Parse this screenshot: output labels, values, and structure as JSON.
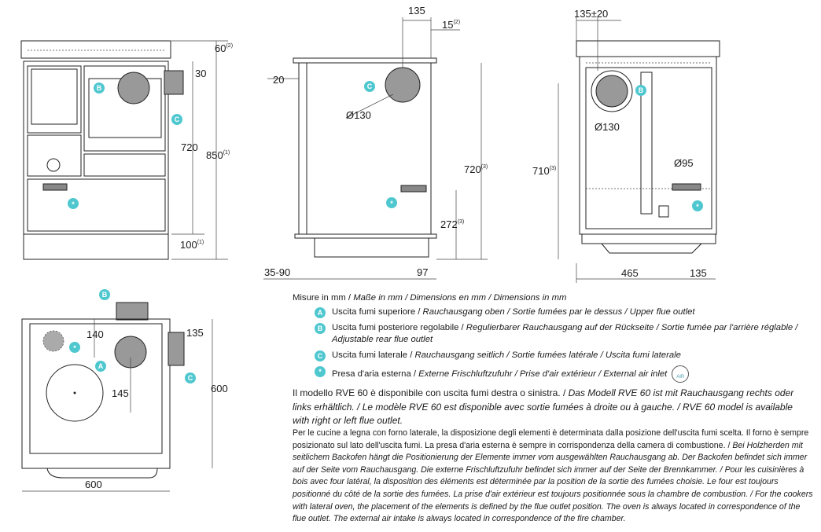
{
  "dimensions": {
    "front": {
      "top_gap": "60",
      "top_gap_note": "(2)",
      "flue_offset": "30",
      "height_720": "720",
      "height_850": "850",
      "height_850_note": "(1)",
      "base_100": "100",
      "base_100_note": "(1)"
    },
    "side": {
      "flue_135": "135",
      "flue_15": "15",
      "flue_15_note": "(2)",
      "left_20": "20",
      "dia_130": "Ø130",
      "height_720": "720",
      "height_720_note": "(3)",
      "height_272": "272",
      "height_272_note": "(3)",
      "depth_35_90": "35-90",
      "depth_97": "97"
    },
    "rear": {
      "offset_135_20": "135±20",
      "dia_130": "Ø130",
      "dia_95": "Ø95",
      "height_710": "710",
      "height_710_note": "(3)",
      "width_465": "465",
      "width_135": "135"
    },
    "top": {
      "dim_140": "140",
      "dim_135": "135",
      "dim_145": "145",
      "depth_600": "600",
      "width_600": "600"
    }
  },
  "badges": {
    "a": "A",
    "b": "B",
    "c": "C",
    "star": "*"
  },
  "units_line": {
    "it": "Misure in mm / ",
    "rest": "Maße in mm / Dimensions en mm / Dimensions in mm"
  },
  "legend": [
    {
      "badge": "A",
      "it": "Uscita fumi superiore / ",
      "rest": "Rauchausgang oben  / Sortie fumées par le dessus / Upper flue outlet"
    },
    {
      "badge": "B",
      "it": "Uscita fumi posteriore regolabile / ",
      "rest": "Regulierbarer Rauchausgang auf der Rückseite / Sortie fumée par l'arrière réglable / Adjustable rear flue outlet"
    },
    {
      "badge": "C",
      "it": "Uscita fumi laterale / ",
      "rest": "Rauchausgang seitlich  / Sortie fumées latérale / Uscita fumi laterale"
    },
    {
      "badge": "*",
      "it": "Presa d'aria esterna / ",
      "rest": "Externe Frischluftzufuhr / Prise d'air extérieur / External air inlet",
      "icon_text": "AIR"
    }
  ],
  "para1": {
    "it": "Il modello RVE 60 è disponibile con uscita fumi destra o sinistra. / ",
    "rest": "Das Modell RVE 60 ist mit Rauchausgang rechts oder links erhältlich. / Le modèle RVE 60 est disponible avec sortie fumées à droite ou à gauche. / RVE 60 model is available with right or left flue outlet."
  },
  "para2": {
    "it": "Per le cucine a legna con forno laterale, la disposizione degli elementi è determinata dalla posizione dell'uscita fumi scelta. Il forno è sempre posizionato sul lato dell'uscita fumi. La presa d'aria esterna è sempre in corrispondenza della camera di combustione. / ",
    "rest": "Bei Holzherden mit seitlichem Backofen hängt die Positionierung der Elemente immer vom ausgewählten Rauchausgang ab. Der Backofen befindet sich immer auf der Seite vom Rauchausgang. Die externe Frischluftzufuhr befindet sich immer auf der Seite der Brennkammer. / Pour les cuisinières à bois avec four latéral, la disposition des éléments est déterminée par la position de la sortie des fumées choisie. Le four est toujours positionné du côté de la sortie des fumées. La prise d'air extérieur est toujours positionnée sous la chambre de combustion. / For the cookers with lateral oven, the placement of the elements is defined by the flue outlet position. The oven is always located in correspondence of the flue outlet. The external air intake is always located in correspondence of the fire chamber."
  }
}
